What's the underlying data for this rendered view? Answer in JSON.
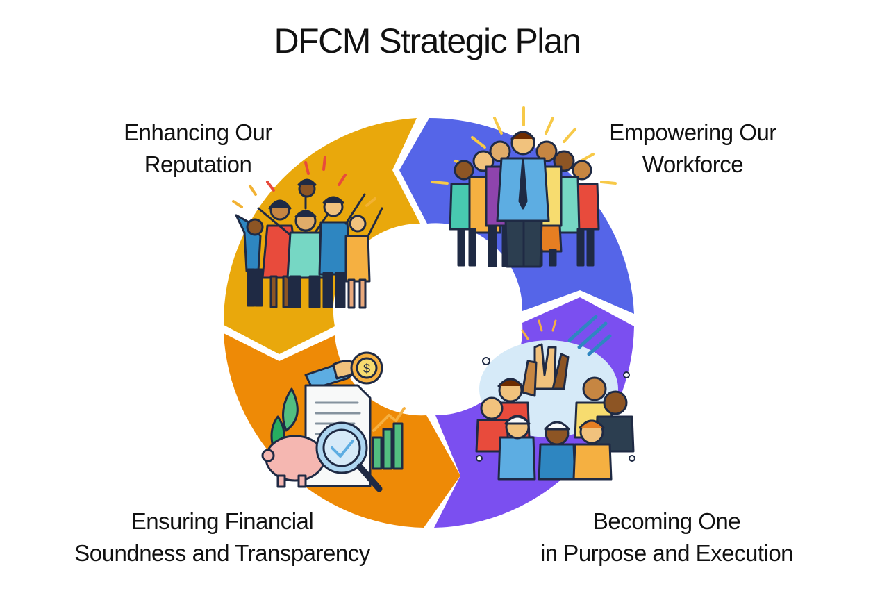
{
  "title": "DFCM Strategic Plan",
  "segments": [
    {
      "id": "reputation",
      "line1": "Enhancing Our",
      "line2": "Reputation",
      "color": "#E9A80C",
      "icon": "celebrating-people-icon"
    },
    {
      "id": "workforce",
      "line1": "Empowering Our",
      "line2": "Workforce",
      "color": "#5565E8",
      "icon": "team-group-icon"
    },
    {
      "id": "purpose",
      "line1": "Becoming One",
      "line2": "in Purpose and Execution",
      "color": "#7B4FF0",
      "icon": "high-five-team-icon"
    },
    {
      "id": "financial",
      "line1": "Ensuring Financial",
      "line2": "Soundness and Transparency",
      "color": "#EE8A06",
      "icon": "finance-audit-icon"
    }
  ]
}
